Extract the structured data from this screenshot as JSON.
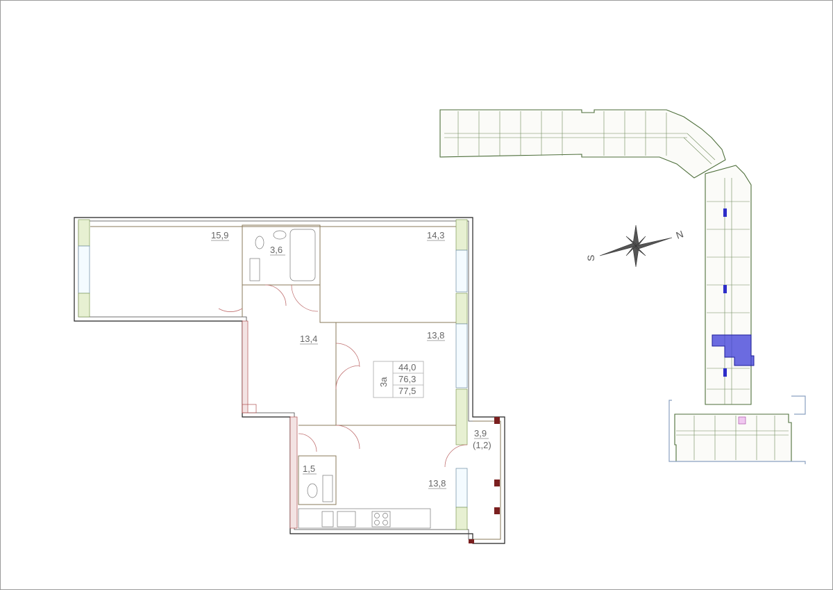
{
  "rooms": {
    "living_left": "15,9",
    "bathroom": "3,6",
    "room_top_right": "14,3",
    "hall": "13,4",
    "room_mid_right": "13,8",
    "balcony": "3,9",
    "balcony_sub": "(1,2)",
    "wc": "1,5",
    "kitchen": "13,8"
  },
  "summary": {
    "type": "3а",
    "living_area": "44,0",
    "total_area": "76,3",
    "total_area_with_balcony": "77,5"
  },
  "compass": {
    "north": "N",
    "south": "S"
  },
  "colors": {
    "selected_unit": "#3b3bd8",
    "building_outline": "#4d6e3a",
    "wall": "#222222"
  }
}
